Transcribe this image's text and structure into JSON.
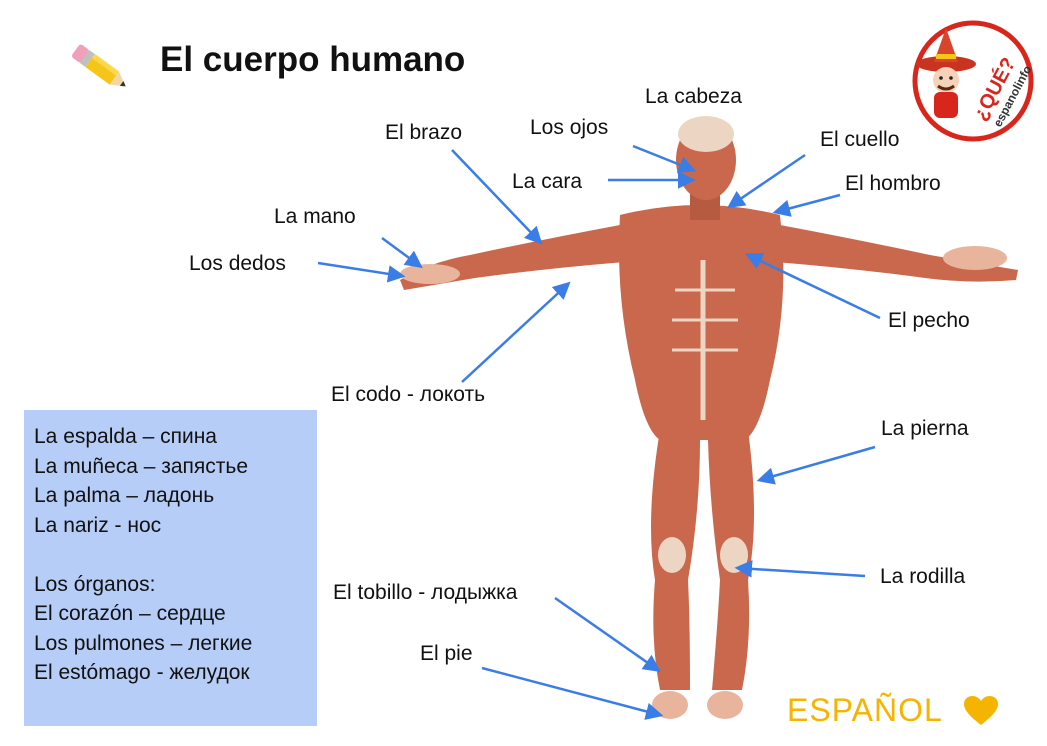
{
  "title": "El cuerpo humano",
  "colors": {
    "arrow": "#3a7de6",
    "muscle": "#c9684c",
    "tendon": "#ecd6c3",
    "box": "#b6cdf7",
    "brand": "#f4b400",
    "logo_red": "#d9261c"
  },
  "logo": {
    "line1": "¿QUÉ?",
    "line2": "espanolinfo"
  },
  "labels": {
    "cabeza": "La cabeza",
    "ojos": "Los ojos",
    "brazo": "El brazo",
    "cuello": "El cuello",
    "cara": "La cara",
    "hombro": "El hombro",
    "mano": "La mano",
    "dedos": "Los dedos",
    "pecho": "El pecho",
    "codo": "El codo - локоть",
    "pierna": "La pierna",
    "rodilla": "La rodilla",
    "tobillo": "El tobillo - лодыжка",
    "pie": "El pie"
  },
  "vocab": {
    "lines": [
      "La espalda – спина",
      "La muñeca – запястье",
      "La palma – ладонь",
      "La nariz - нос",
      "",
      "Los órganos:",
      "El corazón – сердце",
      "Los pulmones – легкие",
      "El estómago - желудок"
    ]
  },
  "brand": "ESPAÑOL",
  "icons": [
    "pencil-icon",
    "logo-icon",
    "heart-icon"
  ]
}
